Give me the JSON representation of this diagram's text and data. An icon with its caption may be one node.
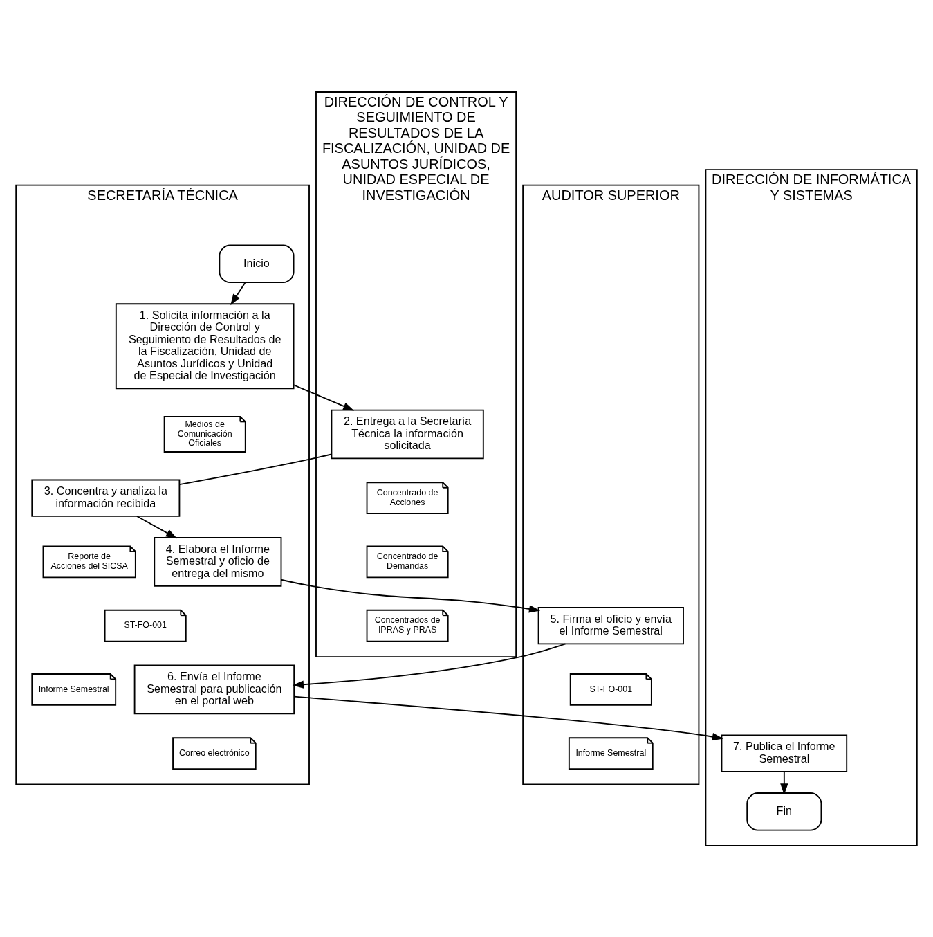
{
  "diagram": {
    "nodes": [
      {
        "text": [
          "SECRETARÍA TÉCNICA"
        ]
      },
      {
        "text": [
          "DIRECCIÓN DE CONTROL Y SEGUIMIENTO DE RESULTADOS DE LA FISCALIZACIÓN, UNIDAD DE ASUNTOS JURÍDICOS, UNIDAD ESPECIAL DE INVESTIGACIÓN"
        ]
      },
      {
        "text": [
          "AUDITOR SUPERIOR"
        ]
      },
      {
        "text": [
          "DIRECCIÓN DE INFORMÁTICA Y SISTEMAS"
        ]
      },
      {
        "text": [
          "Inicio"
        ],
        "in": 0
      },
      {
        "text": [
          "1. Solicita información a la Dirección de Control y Seguimiento de Resultados de la Fiscalización, Unidad de Asuntos Jurídicos y Unidad de Especial de Investigación"
        ],
        "in": 0
      },
      {
        "text": [
          "Medios de Comunicación Oficiales"
        ],
        "in": 0
      },
      {
        "text": [
          "2. Entrega a la Secretaría Técnica la información solicitada"
        ],
        "in": 1
      },
      {
        "text": [
          "Concentrado de Acciones"
        ],
        "in": 1
      },
      {
        "text": [
          "Concentrado de Demandas"
        ],
        "in": 1
      },
      {
        "text": [
          "Concentrados de IPRAS y PRAS"
        ],
        "in": 1
      },
      {
        "text": [
          "3. Concentra y analiza la información recibida"
        ],
        "in": 0
      },
      {
        "text": [
          "Reporte de Acciones del SICSA"
        ],
        "in": 0
      },
      {
        "text": [
          "4. Elabora el Informe Semestral y oficio de entrega del mismo"
        ],
        "in": 0
      },
      {
        "text": [
          "ST-FO-001"
        ],
        "in": 0
      },
      {
        "text": [
          "Informe Semestral"
        ],
        "in": 0
      },
      {
        "text": [
          "5. Firma el oficio y envía el Informe Semestral"
        ],
        "in": 2
      },
      {
        "text": [
          "ST-FO-001"
        ],
        "in": 2
      },
      {
        "text": [
          "Informe Semestral"
        ],
        "in": 2
      },
      {
        "text": [
          "6. Envía el Informe Semestral para publicación en el portal web"
        ],
        "in": 0
      },
      {
        "text": [
          "Correo electrónico"
        ],
        "in": 0
      },
      {
        "text": [
          "7. Publica el Informe Semestral"
        ],
        "in": 3
      },
      {
        "text": [
          "Fin"
        ],
        "in": 3
      }
    ],
    "edges": [
      {
        "from": 4,
        "to": 5,
        "arrow": "to"
      },
      {
        "from": 5,
        "to": 7,
        "arrow": "to"
      },
      {
        "from": 7,
        "to": 11,
        "arrow": "none"
      },
      {
        "from": 11,
        "to": 13,
        "arrow": "to"
      },
      {
        "from": 13,
        "to": 16,
        "arrow": "to"
      },
      {
        "from": 16,
        "to": 19,
        "arrow": "to"
      },
      {
        "from": 19,
        "to": 21,
        "arrow": "to"
      },
      {
        "from": 21,
        "to": 22,
        "arrow": "to"
      }
    ]
  }
}
